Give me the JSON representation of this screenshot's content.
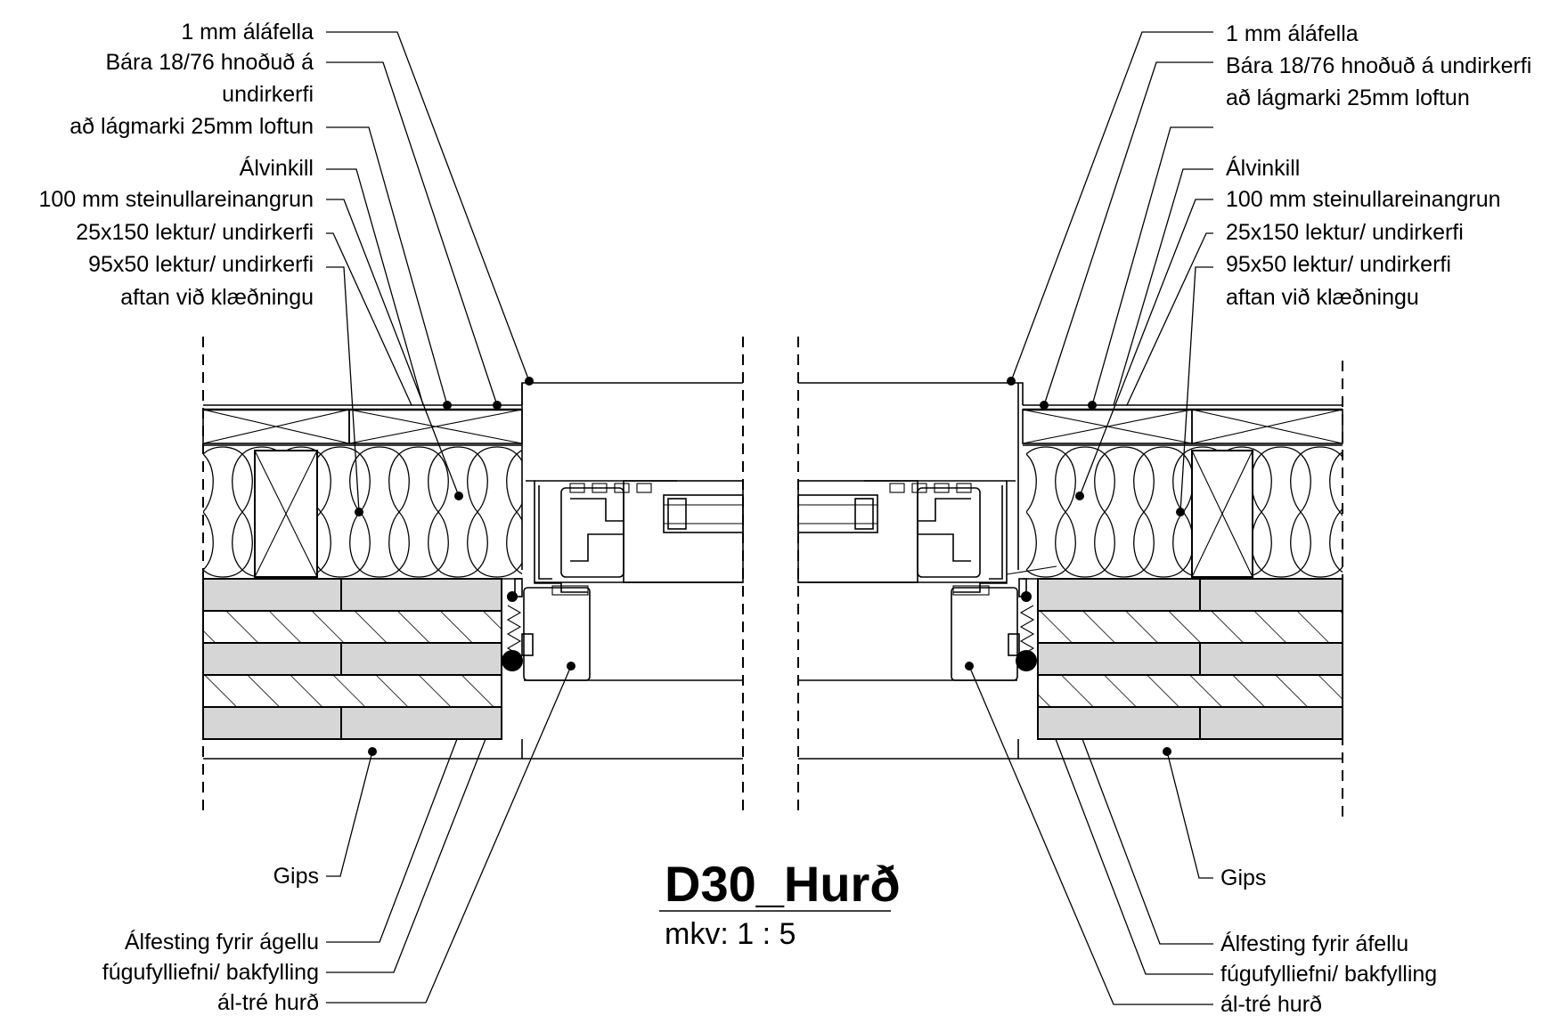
{
  "title": "D30_Hurð",
  "scale_label": "mkv: 1 : 5",
  "left_labels": {
    "top": [
      "1 mm áláfella",
      "Bára 18/76 hnoðuð á",
      "undirkerfi",
      "að lágmarki 25mm loftun",
      "Álvinkill",
      "100 mm steinullareinangrun",
      "25x150  lektur/ undirkerfi",
      "95x50 lektur/ undirkerfi",
      "aftan við klæðningu"
    ],
    "bottom": [
      "Gips",
      "Álfesting fyrir ágellu",
      "fúgufylliefni/ bakfylling",
      "ál-tré hurð"
    ]
  },
  "right_labels": {
    "top": [
      "1 mm áláfella",
      "Bára 18/76 hnoðuð á undirkerfi",
      "að lágmarki 25mm loftun",
      "Álvinkill",
      "100 mm steinullareinangrun",
      "25x150  lektur/ undirkerfi",
      "95x50 lektur/ undirkerfi",
      "aftan við klæðningu"
    ],
    "bottom": [
      "Gips",
      "Álfesting fyrir áfellu",
      "fúgufylliefni/ bakfylling",
      "ál-tré hurð"
    ]
  }
}
